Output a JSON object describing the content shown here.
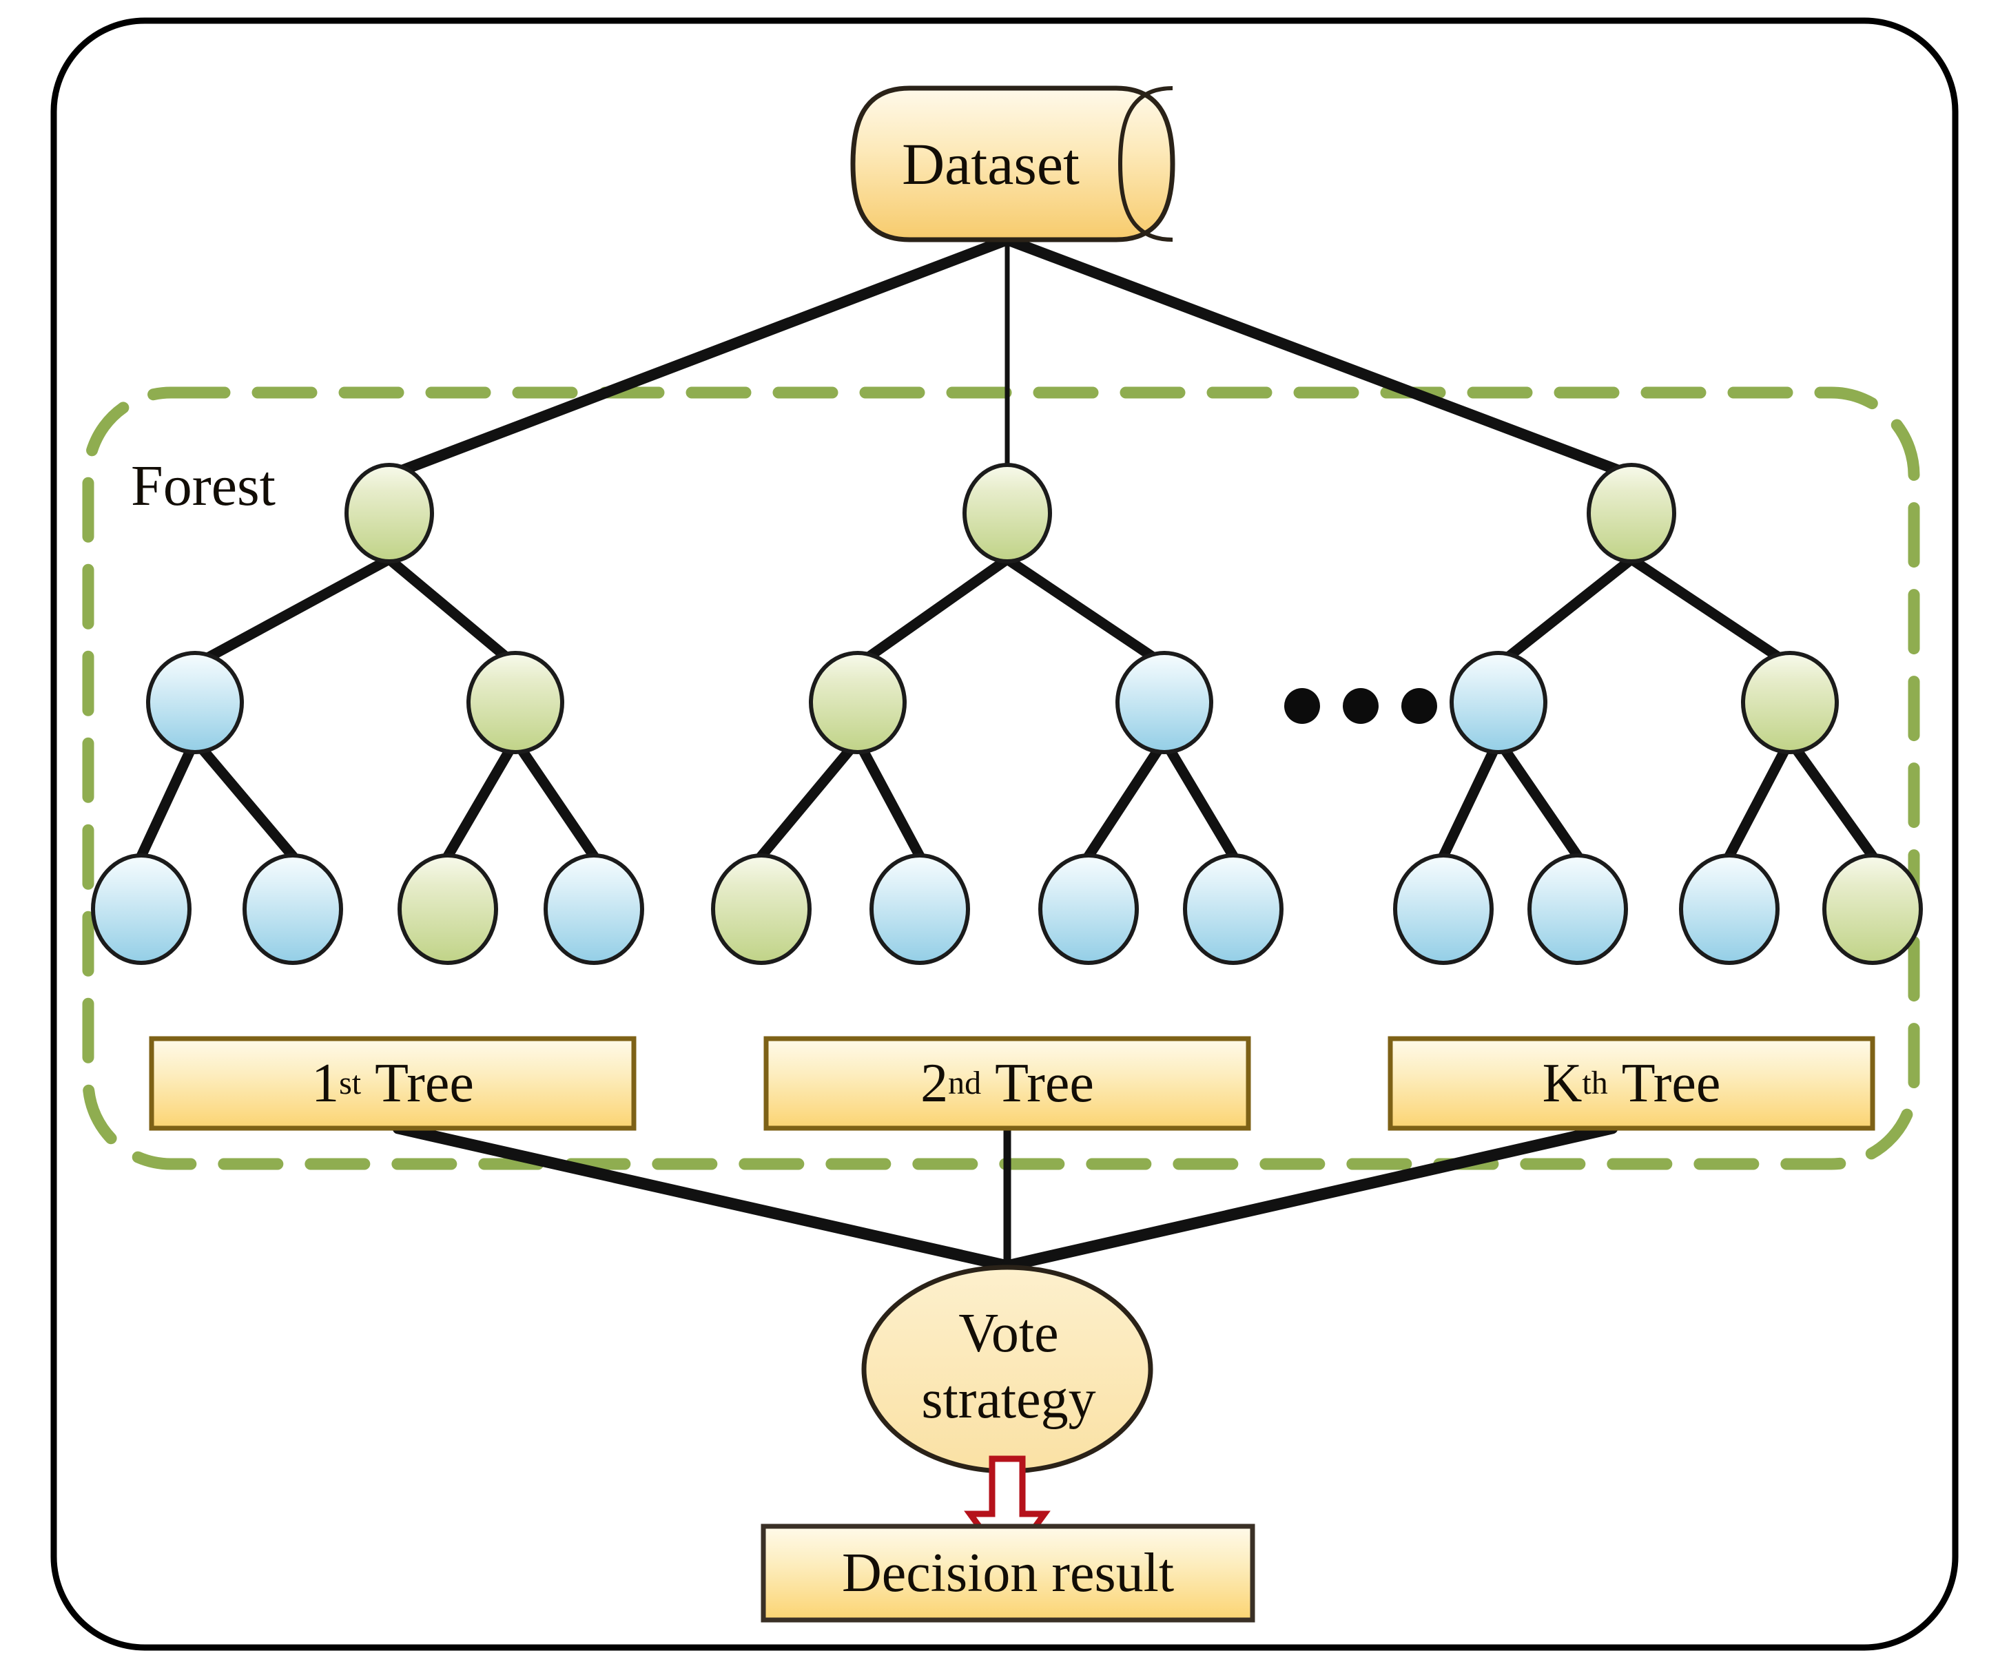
{
  "diagram": {
    "title_node": "Dataset",
    "group_label": "Forest",
    "ellipsis": "• • •",
    "vote_line1": "Vote",
    "vote_line2": "strategy",
    "result": "Decision result",
    "trees": [
      {
        "ordinal": "1",
        "suffix": "st",
        "word": "Tree"
      },
      {
        "ordinal": "2",
        "suffix": "nd",
        "word": "Tree"
      },
      {
        "ordinal": "K",
        "suffix": "th",
        "word": "Tree"
      }
    ]
  },
  "colors": {
    "outer_border": "#000000",
    "forest_dash": "#8fad50",
    "node_blue_top": "#f2fafd",
    "node_blue_bottom": "#95cfe6",
    "node_green_top": "#f5f7e6",
    "node_green_bottom": "#c3d48c",
    "node_stroke": "#1b1b1b",
    "box_fill_top": "#fdf6e0",
    "box_fill_bottom": "#fbd97a",
    "box_stroke": "#7d6116",
    "cylinder_top": "#fdf4dd",
    "cylinder_bottom": "#f8cf72",
    "ellipse_fill": "#fbe7b4",
    "arrow_red": "#b5121b",
    "edge": "#111111",
    "text": "#120d06"
  },
  "structure": {
    "root_row_label": "tree-roots",
    "level2_row_label": "tree-internal-nodes",
    "leaf_row_label": "tree-leaf-nodes",
    "node_fills": {
      "roots": [
        "green",
        "green",
        "green"
      ],
      "level2": [
        "blue",
        "green",
        "green",
        "blue",
        "blue",
        "green"
      ],
      "leaves": [
        "blue",
        "blue",
        "green",
        "blue",
        "green",
        "blue",
        "blue",
        "blue",
        "blue",
        "blue",
        "blue",
        "green"
      ]
    }
  }
}
